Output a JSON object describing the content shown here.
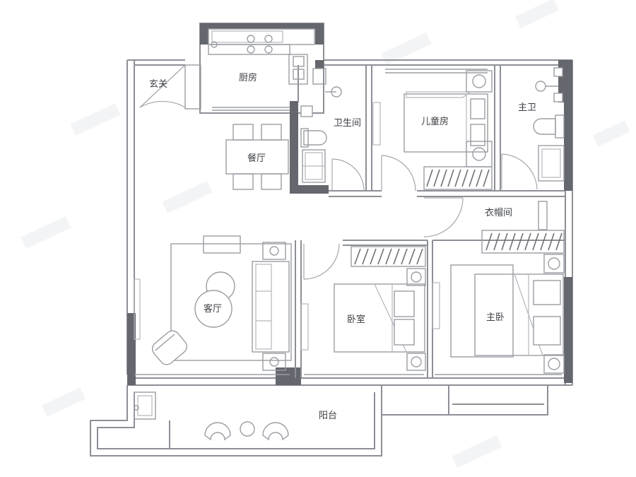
{
  "rooms": {
    "entrance": "玄关",
    "kitchen": "厨房",
    "bathroom": "卫生间",
    "kids_room": "儿童房",
    "master_bath": "主卫",
    "dining": "餐厅",
    "cloakroom": "衣帽间",
    "living": "客厅",
    "bedroom": "卧室",
    "master_bedroom": "主卧",
    "balcony": "阳台"
  },
  "colors": {
    "wall_solid": "#64676d",
    "wall_outline": "#8c8f95",
    "label_text": "#3c3f44"
  }
}
